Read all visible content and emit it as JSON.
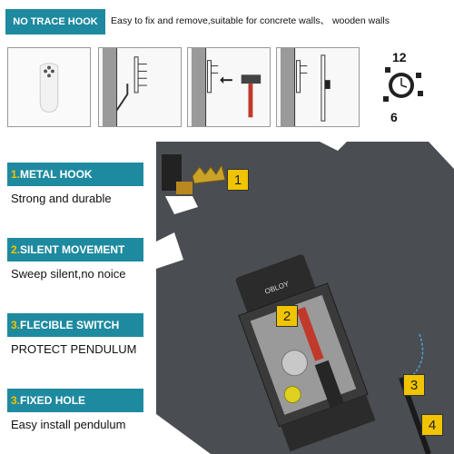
{
  "banner": {
    "tag": "NO TRACE HOOK",
    "tagline": "Easy to fix and remove,suitable for concrete walls、 wooden walls"
  },
  "features": [
    {
      "num": "1.",
      "title": "METAL HOOK",
      "subtitle": "Strong and durable"
    },
    {
      "num": "2.",
      "title": "SILENT MOVEMENT",
      "subtitle": "Sweep silent,no noice"
    },
    {
      "num": "3.",
      "title": "FLECIBLE SWITCH",
      "subtitle": "PROTECT PENDULUM"
    },
    {
      "num": "3.",
      "title": "FIXED HOLE",
      "subtitle": "Easy install pendulum"
    }
  ],
  "photo": {
    "movement_brand": "OBLOY",
    "callouts": [
      "1",
      "2",
      "3",
      "4"
    ]
  },
  "clock_numerals": [
    "12",
    "6"
  ]
}
